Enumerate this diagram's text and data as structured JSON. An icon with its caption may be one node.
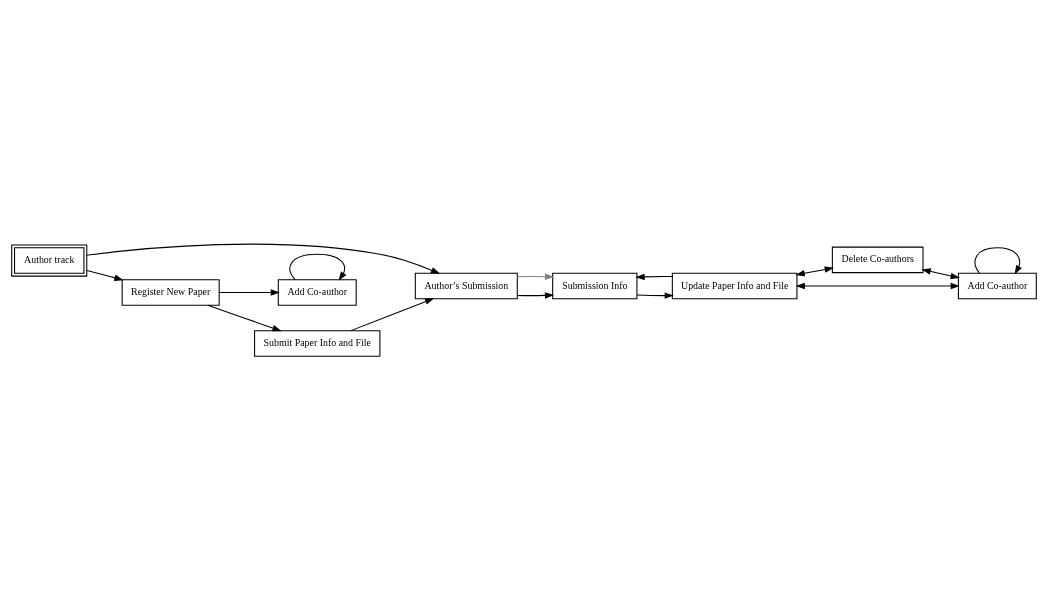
{
  "diagram": {
    "nodes": [
      {
        "text": [
          "Author track"
        ]
      },
      {
        "text": [
          "Author’s Submission"
        ]
      },
      {
        "text": [
          "Submission Info"
        ]
      },
      {
        "text": [
          "Update Paper Info and File"
        ]
      },
      {
        "text": [
          "Register New Paper"
        ]
      },
      {
        "text": [
          "Add Co-author"
        ]
      },
      {
        "text": [
          "Submit Paper Info and File"
        ]
      },
      {
        "text": [
          "Delete Co-authors"
        ]
      },
      {
        "text": [
          "Add Co-author"
        ]
      }
    ],
    "edges": [
      {
        "from": 0,
        "to": 1,
        "arrow": "to"
      },
      {
        "from": 0,
        "to": 4,
        "arrow": "to"
      },
      {
        "from": 1,
        "to": 2,
        "arrow": "to"
      },
      {
        "from": 1,
        "to": 2,
        "arrow": "to",
        "color": "#808080"
      },
      {
        "from": 2,
        "to": 3,
        "arrow": "to"
      },
      {
        "from": 3,
        "to": 2,
        "arrow": "to"
      },
      {
        "from": 4,
        "to": 5,
        "arrow": "to"
      },
      {
        "from": 5,
        "to": 5,
        "arrow": "to"
      },
      {
        "from": 4,
        "to": 6,
        "arrow": "to"
      },
      {
        "from": 6,
        "to": 1,
        "arrow": "to"
      },
      {
        "from": 3,
        "to": 7,
        "arrow": "both"
      },
      {
        "from": 7,
        "to": 8,
        "arrow": "both"
      },
      {
        "from": 3,
        "to": 8,
        "arrow": "both"
      },
      {
        "from": 8,
        "to": 8,
        "arrow": "to"
      }
    ]
  }
}
